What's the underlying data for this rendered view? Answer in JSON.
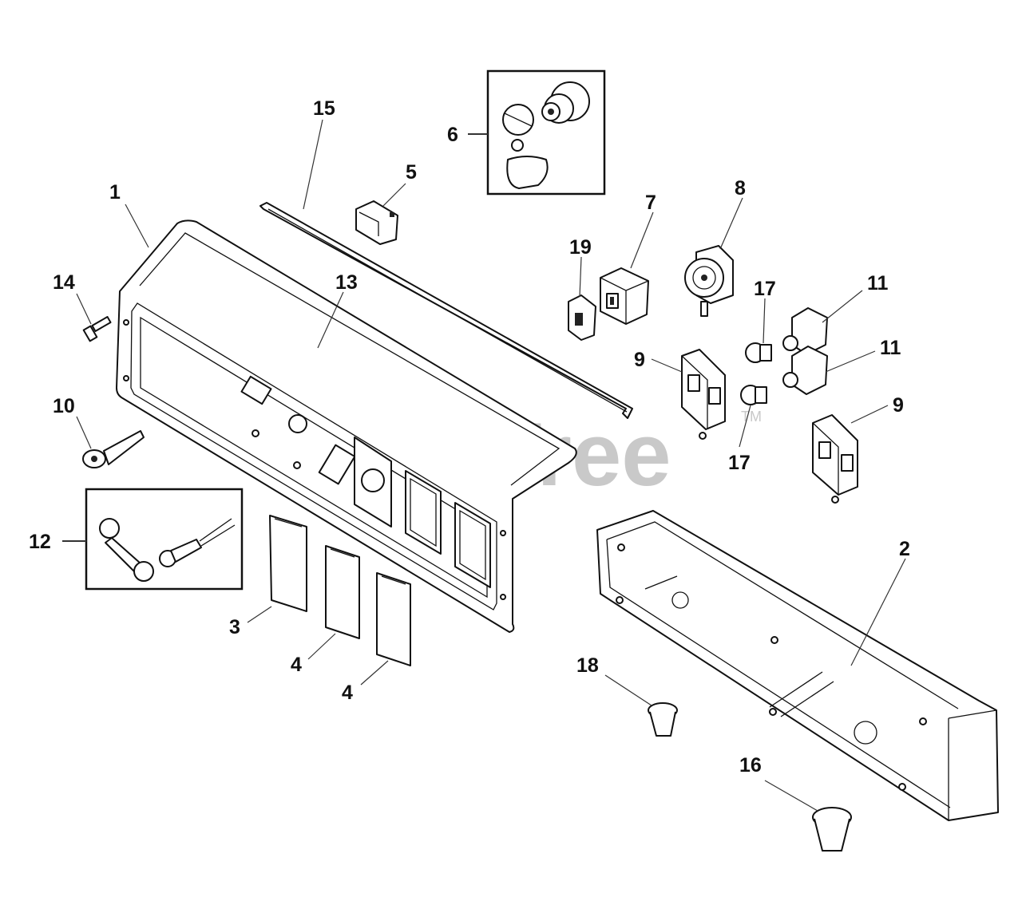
{
  "diagram": {
    "watermark": "PartsTree",
    "trademark": "TM",
    "callouts": {
      "c1": "1",
      "c2": "2",
      "c3": "3",
      "c4a": "4",
      "c4b": "4",
      "c5": "5",
      "c6": "6",
      "c7": "7",
      "c8": "8",
      "c9a": "9",
      "c9b": "9",
      "c10": "10",
      "c11a": "11",
      "c11b": "11",
      "c12": "12",
      "c13": "13",
      "c14": "14",
      "c15": "15",
      "c16": "16",
      "c17a": "17",
      "c17b": "17",
      "c18": "18",
      "c19": "19"
    }
  }
}
